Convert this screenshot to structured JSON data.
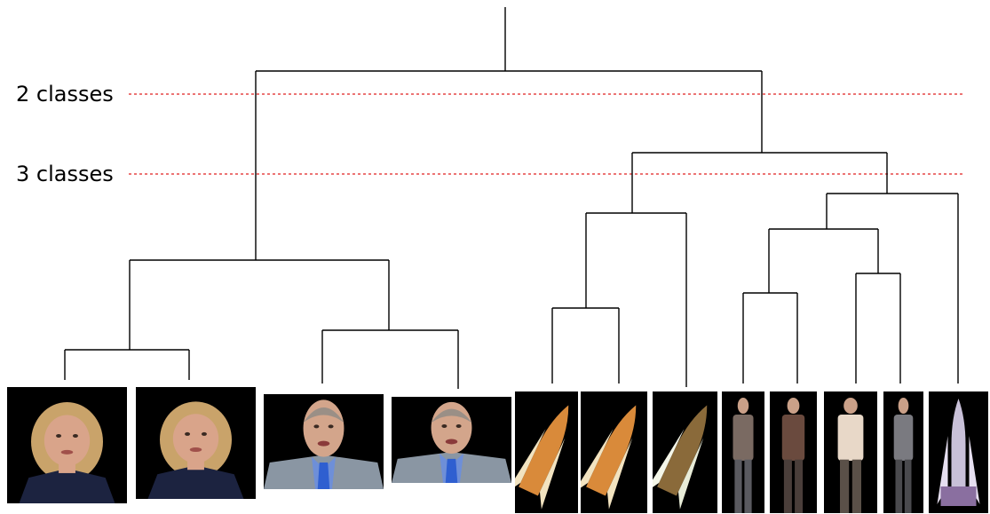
{
  "cut_lines": [
    {
      "label": "2 classes",
      "color": "#e02020"
    },
    {
      "label": "3 classes",
      "color": "#e02020"
    }
  ],
  "leaves": [
    {
      "kind": "woman-anchor-face"
    },
    {
      "kind": "woman-anchor-face"
    },
    {
      "kind": "man-anchor-face"
    },
    {
      "kind": "man-anchor-face"
    },
    {
      "kind": "space-shuttle"
    },
    {
      "kind": "space-shuttle"
    },
    {
      "kind": "space-shuttle"
    },
    {
      "kind": "walking-person"
    },
    {
      "kind": "walking-person"
    },
    {
      "kind": "walking-person"
    },
    {
      "kind": "walking-person"
    },
    {
      "kind": "space-shuttle"
    }
  ],
  "colors": {
    "line": "#000000",
    "background": "#ffffff",
    "thumbnail_bg": "#000000",
    "woman_hair": "#c9a36a",
    "woman_skin": "#d9a48a",
    "woman_jacket": "#1c2340",
    "man_skin": "#d3a58b",
    "man_suit": "#8a96a3",
    "man_tie": "#2f5fd0",
    "shuttle_tank": "#d98a3a",
    "shuttle_body": "#f2e3c0",
    "person_dark": "#5a4a40"
  }
}
